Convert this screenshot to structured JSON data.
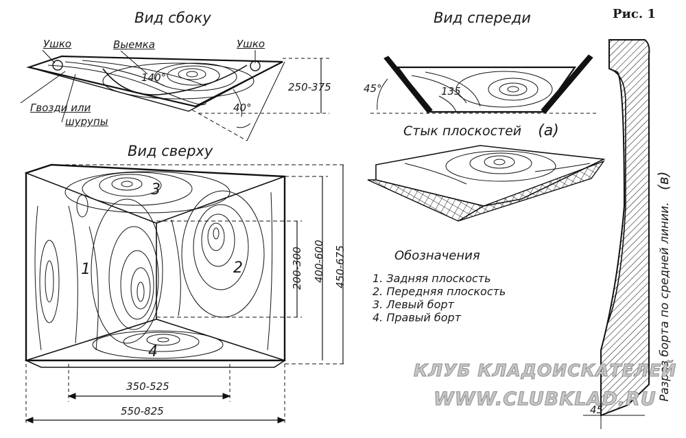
{
  "figure_label": "Рис. 1",
  "views": {
    "side": "Вид сбоку",
    "front": "Вид спереди",
    "top": "Вид сверху"
  },
  "side_view": {
    "ushko_left": "Ушко",
    "ushko_right": "Ушко",
    "vyemka": "Выемка",
    "angle_140": "140°",
    "angle_40": "40°",
    "nails_line1": "Гвозди или",
    "nails_line2": "шурупы",
    "dim_height": "250-375"
  },
  "front_view": {
    "angle_45": "45°",
    "angle_135": "135"
  },
  "joint": {
    "caption": "Стык плоскостей",
    "marker": "(а)"
  },
  "top_view": {
    "num1": "1",
    "num2": "2",
    "num3": "3",
    "num4": "4",
    "dim_200_300": "200-300",
    "dim_400_600": "400-600",
    "dim_450_675": "450-675",
    "dim_350_525": "350-525",
    "dim_550_825": "550-825"
  },
  "legend": {
    "title": "Обозначения",
    "items": [
      "1.  Задняя плоскость",
      "2.  Передняя плоскость",
      "3.  Левый борт",
      "4.  Правый борт"
    ]
  },
  "section": {
    "caption": "Разрез борта по средней линии.",
    "marker": "(в)",
    "angle": "45"
  },
  "watermark": {
    "line1": "КЛУБ КЛАДОИСКАТЕЛЕЙ",
    "line2": "WWW.CLUBKLAD.RU"
  }
}
